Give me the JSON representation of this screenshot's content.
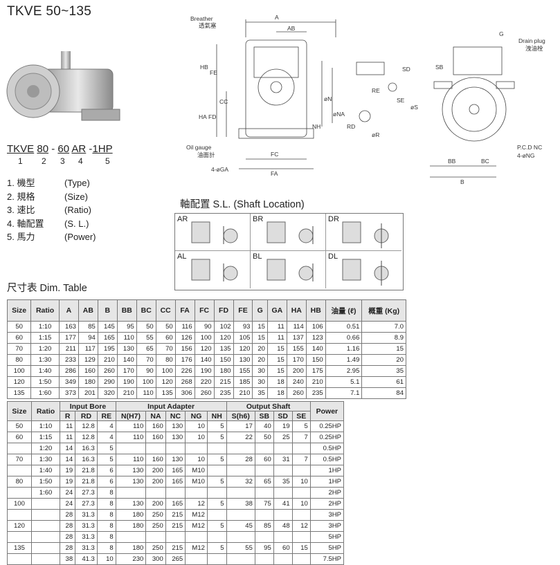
{
  "title": "TKVE 50~135",
  "model_code": {
    "parts": [
      "TKVE",
      "80",
      "60",
      "AR",
      "1HP"
    ],
    "seps": [
      " ",
      " - ",
      " ",
      " -"
    ],
    "numbers": [
      "1",
      "2",
      "3",
      "4",
      "5"
    ]
  },
  "legend": [
    {
      "cn": "1. 機型",
      "en": "(Type)"
    },
    {
      "cn": "2. 規格",
      "en": "(Size)"
    },
    {
      "cn": "3. 速比",
      "en": "(Ratio)"
    },
    {
      "cn": "4. 軸配置",
      "en": "(S. L.)"
    },
    {
      "cn": "5. 馬力",
      "en": "(Power)"
    }
  ],
  "drawing_labels": {
    "breather": "Breather",
    "breather_cn": "透氣塞",
    "oil_gauge": "Oil gauge",
    "oil_gauge_cn": "油面計",
    "drain_plug": "Drain plug",
    "drain_plug_cn": "洩油栓",
    "pcd": "P.C.D NC",
    "ng": "4-øNG",
    "ga": "4-øGA",
    "dims": [
      "A",
      "AB",
      "HB",
      "FE",
      "HA",
      "FD",
      "CC",
      "øN",
      "øNA",
      "NH",
      "FC",
      "FA",
      "SD",
      "RE",
      "SE",
      "øS",
      "RD",
      "øR",
      "SB",
      "G",
      "BB",
      "BC",
      "B"
    ]
  },
  "shaft_location": {
    "title": "軸配置 S.L. (Shaft Location)",
    "cells": [
      "AR",
      "BR",
      "DR",
      "AL",
      "BL",
      "DL"
    ]
  },
  "dim_table_title": "尺寸表 Dim. Table",
  "table1": {
    "headers": [
      "Size",
      "Ratio",
      "A",
      "AB",
      "B",
      "BB",
      "BC",
      "CC",
      "FA",
      "FC",
      "FD",
      "FE",
      "G",
      "GA",
      "HA",
      "HB",
      "油量 (ℓ)",
      "概重 (Kg)"
    ],
    "ratios": [
      "1:10",
      "1:15",
      "1:20",
      "1:30",
      "1:40",
      "1:50",
      "1:60"
    ],
    "rows": [
      [
        "50",
        "163",
        "85",
        "145",
        "95",
        "50",
        "50",
        "116",
        "90",
        "102",
        "93",
        "15",
        "11",
        "114",
        "106",
        "0.51",
        "7.0"
      ],
      [
        "60",
        "177",
        "94",
        "165",
        "110",
        "55",
        "60",
        "126",
        "100",
        "120",
        "105",
        "15",
        "11",
        "137",
        "123",
        "0.66",
        "8.9"
      ],
      [
        "70",
        "211",
        "117",
        "195",
        "130",
        "65",
        "70",
        "156",
        "120",
        "135",
        "120",
        "20",
        "15",
        "155",
        "140",
        "1.16",
        "15"
      ],
      [
        "80",
        "233",
        "129",
        "210",
        "140",
        "70",
        "80",
        "176",
        "140",
        "150",
        "130",
        "20",
        "15",
        "170",
        "150",
        "1.49",
        "20"
      ],
      [
        "100",
        "286",
        "160",
        "260",
        "170",
        "90",
        "100",
        "226",
        "190",
        "180",
        "155",
        "30",
        "15",
        "200",
        "175",
        "2.95",
        "35"
      ],
      [
        "120",
        "349",
        "180",
        "290",
        "190",
        "100",
        "120",
        "268",
        "220",
        "215",
        "185",
        "30",
        "18",
        "240",
        "210",
        "5.1",
        "61"
      ],
      [
        "135",
        "373",
        "201",
        "320",
        "210",
        "110",
        "135",
        "306",
        "260",
        "235",
        "210",
        "35",
        "18",
        "260",
        "235",
        "7.1",
        "84"
      ]
    ]
  },
  "table2": {
    "group_headers": [
      "Input Bore",
      "Input Adapter",
      "Output Shaft"
    ],
    "headers": [
      "Size",
      "Ratio",
      "R",
      "RD",
      "RE",
      "N(H7)",
      "NA",
      "NC",
      "NG",
      "NH",
      "S(h6)",
      "SB",
      "SD",
      "SE",
      "Power"
    ],
    "ratios": [
      "1:10",
      "1:15",
      "1:20",
      "1:30",
      "1:40",
      "1:50",
      "1:60"
    ],
    "rows": [
      [
        "50",
        "11",
        "12.8",
        "4",
        "110",
        "160",
        "130",
        "10",
        "5",
        "17",
        "40",
        "19",
        "5",
        "0.25HP"
      ],
      [
        "60",
        "11",
        "12.8",
        "4",
        "110",
        "160",
        "130",
        "10",
        "5",
        "22",
        "50",
        "25",
        "7",
        "0.25HP"
      ],
      [
        "",
        "14",
        "16.3",
        "5",
        "",
        "",
        "",
        "",
        "",
        "",
        "",
        "",
        "",
        "0.5HP"
      ],
      [
        "70",
        "14",
        "16.3",
        "5",
        "110",
        "160",
        "130",
        "10",
        "5",
        "28",
        "60",
        "31",
        "7",
        "0.5HP"
      ],
      [
        "",
        "19",
        "21.8",
        "6",
        "130",
        "200",
        "165",
        "M10",
        "",
        "",
        "",
        "",
        "",
        "1HP"
      ],
      [
        "80",
        "19",
        "21.8",
        "6",
        "130",
        "200",
        "165",
        "M10",
        "5",
        "32",
        "65",
        "35",
        "10",
        "1HP"
      ],
      [
        "",
        "24",
        "27.3",
        "8",
        "",
        "",
        "",
        "",
        "",
        "",
        "",
        "",
        "",
        "2HP"
      ],
      [
        "100",
        "24",
        "27.3",
        "8",
        "130",
        "200",
        "165",
        "12",
        "5",
        "38",
        "75",
        "41",
        "10",
        "2HP"
      ],
      [
        "",
        "28",
        "31.3",
        "8",
        "180",
        "250",
        "215",
        "M12",
        "",
        "",
        "",
        "",
        "",
        "3HP"
      ],
      [
        "120",
        "28",
        "31.3",
        "8",
        "180",
        "250",
        "215",
        "M12",
        "5",
        "45",
        "85",
        "48",
        "12",
        "3HP"
      ],
      [
        "",
        "28",
        "31.3",
        "8",
        "",
        "",
        "",
        "",
        "",
        "",
        "",
        "",
        "",
        "5HP"
      ],
      [
        "135",
        "28",
        "31.3",
        "8",
        "180",
        "250",
        "215",
        "M12",
        "5",
        "55",
        "95",
        "60",
        "15",
        "5HP"
      ],
      [
        "",
        "38",
        "41.3",
        "10",
        "230",
        "300",
        "265",
        "",
        "",
        "",
        "",
        "",
        "",
        "7.5HP"
      ]
    ]
  }
}
